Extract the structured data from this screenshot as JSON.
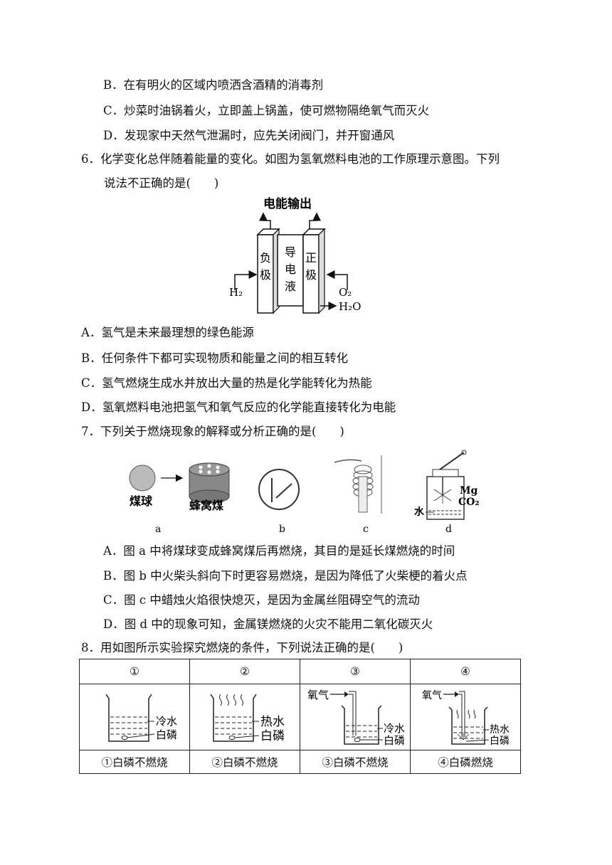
{
  "q5": {
    "optB": "B．在有明火的区域内喷洒含酒精的消毒剂",
    "optC": "C．炒菜时油锅着火，立即盖上锅盖，使可燃物隔绝氧气而灭火",
    "optD": "D．发现家中天然气泄漏时，应先关闭阀门，并开窗通风"
  },
  "q6": {
    "stem1": "6．化学变化总伴随着能量的变化。如图为氢氧燃料电池的工作原理示意图。下列",
    "stem2": "说法不正确的是(　　)",
    "figure": {
      "output": "电能输出",
      "negative": "负极",
      "electrolyte": "导电液",
      "positive": "正极",
      "h2": "H₂",
      "o2": "O₂",
      "h2o": "H₂O"
    },
    "optA": "A．氢气是未来最理想的绿色能源",
    "optB": "B．任何条件下都可实现物质和能量之间的相互转化",
    "optC": "C．氢气燃烧生成水并放出大量的热是化学能转化为热能",
    "optD": "D．氢氧燃料电池把氢气和氧气反应的化学能直接转化为电能"
  },
  "q7": {
    "stem": "7．下列关于燃烧现象的解释或分析正确的是(　　)",
    "figure": {
      "coal_ball": "煤球",
      "honeycomb": "蜂窝煤",
      "water": "水",
      "mg": "Mg",
      "co2": "CO₂",
      "label_a": "a",
      "label_b": "b",
      "label_c": "c",
      "label_d": "d"
    },
    "optA": "A．图 a 中将煤球变成蜂窝煤后再燃烧，其目的是延长煤燃烧的时间",
    "optB": "B．图 b 中火柴头斜向下时更容易燃烧，是因为降低了火柴梗的着火点",
    "optC": "C．图 c 中蜡烛火焰很快熄灭，是因为金属丝阻碍空气的流动",
    "optD": "D．图 d 中的现象可知，金属镁燃烧的火灾不能用二氧化碳灭火"
  },
  "q8": {
    "stem": "8．用如图所示实验探究燃烧的条件，下列说法正确的是(　　)",
    "headers": [
      "①",
      "②",
      "③",
      "④"
    ],
    "labels": {
      "cold_water": "冷水",
      "hot_water": "热水",
      "white_p": "白磷",
      "oxygen": "氧气"
    },
    "results": [
      "①白磷不燃烧",
      "②白磷不燃烧",
      "③白磷不燃烧",
      "④白磷燃烧"
    ]
  }
}
